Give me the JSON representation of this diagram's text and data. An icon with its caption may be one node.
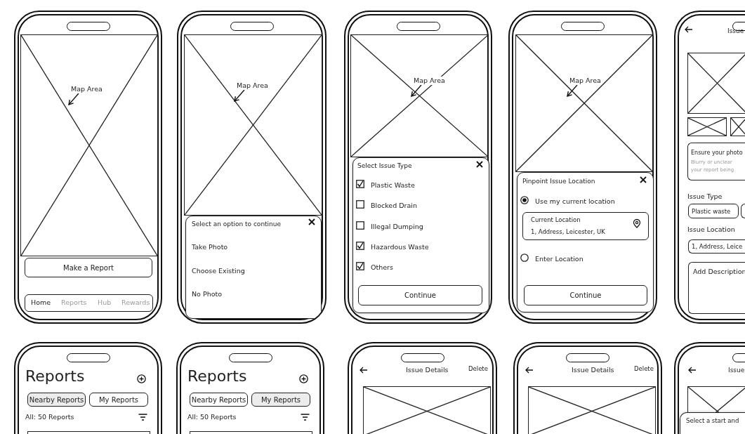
{
  "diagram": {
    "nodes": [
      {
        "text": [],
        "shape": "phone"
      },
      {
        "text": [],
        "shape": "box",
        "in": 0
      },
      {
        "text": [
          "Map Area"
        ],
        "in": 1
      },
      {
        "text": [
          "Make a Report"
        ],
        "in": 0
      },
      {
        "text": [
          "Home",
          "Reports",
          "Hub",
          "Rewards"
        ],
        "in": 0
      },
      {
        "text": [],
        "shape": "phone"
      },
      {
        "text": [],
        "shape": "box",
        "in": 5
      },
      {
        "text": [
          "Map Area"
        ],
        "in": 6
      },
      {
        "text": [
          "Select an option to continue",
          "Take Photo",
          "Choose Existing",
          "No Photo"
        ],
        "in": 5
      },
      {
        "text": [],
        "shape": "phone"
      },
      {
        "text": [],
        "shape": "box",
        "in": 9
      },
      {
        "text": [
          "Map Area"
        ],
        "in": 10
      },
      {
        "text": [
          "Select Issue Type",
          "Plastic Waste",
          "Blocked Drain",
          "Illegal Dumping",
          "Hazardous Waste",
          "Others"
        ],
        "in": 9
      },
      {
        "text": [
          "Continue"
        ],
        "in": 12
      },
      {
        "text": [],
        "shape": "phone"
      },
      {
        "text": [],
        "shape": "box",
        "in": 14
      },
      {
        "text": [
          "Map Area"
        ],
        "in": 15
      },
      {
        "text": [
          "Pinpoint Issue Location",
          "Use my current location",
          "Enter Location"
        ],
        "in": 14
      },
      {
        "text": [
          "Current Location",
          "1, Address, Leicester, UK"
        ],
        "in": 17
      },
      {
        "text": [
          "Continue"
        ],
        "in": 17
      },
      {
        "text": [],
        "shape": "phone"
      },
      {
        "text": [],
        "shape": "box",
        "in": 20
      },
      {
        "text": [],
        "shape": "box",
        "in": 20
      },
      {
        "text": [],
        "shape": "box",
        "in": 20
      },
      {
        "text": [
          "Ensure your photo",
          "Blurry or unclear",
          "your report being"
        ],
        "in": 20
      },
      {
        "text": [
          "Plastic waste"
        ],
        "in": 20
      },
      {
        "text": [],
        "shape": "box",
        "in": 20
      },
      {
        "text": [
          "1, Address, Leice"
        ],
        "in": 20
      },
      {
        "text": [
          "Add Description"
        ],
        "in": 20
      },
      {
        "text": [],
        "shape": "phone"
      },
      {
        "text": [
          "Nearby Reports"
        ],
        "in": 29
      },
      {
        "text": [
          "My Reports"
        ],
        "in": 29
      },
      {
        "text": [],
        "shape": "box",
        "in": 29
      },
      {
        "text": [],
        "shape": "phone"
      },
      {
        "text": [
          "Nearby Reports"
        ],
        "in": 33
      },
      {
        "text": [
          "My Reports"
        ],
        "in": 33
      },
      {
        "text": [],
        "shape": "box",
        "in": 33
      },
      {
        "text": [],
        "shape": "phone"
      },
      {
        "text": [],
        "shape": "box",
        "in": 37
      },
      {
        "text": [],
        "shape": "phone"
      },
      {
        "text": [],
        "shape": "box",
        "in": 39
      },
      {
        "text": [],
        "shape": "phone"
      },
      {
        "text": [],
        "shape": "box",
        "in": 41
      },
      {
        "text": [
          "Select a start and"
        ],
        "in": 41
      }
    ],
    "edges": [
      {
        "from": 2,
        "to": null,
        "arrow": "to"
      },
      {
        "from": 7,
        "to": null,
        "arrow": "to"
      },
      {
        "from": 11,
        "to": null,
        "arrow": "to"
      },
      {
        "from": 16,
        "to": null,
        "arrow": "to"
      }
    ],
    "labels": [
      "Issue",
      "Issue Type",
      "Issue Location",
      "Reports",
      "All: 50 Reports",
      "Reports",
      "All: 50 Reports",
      "Issue Details",
      "Delete",
      "Issue Details",
      "Delete",
      "Issue"
    ]
  }
}
